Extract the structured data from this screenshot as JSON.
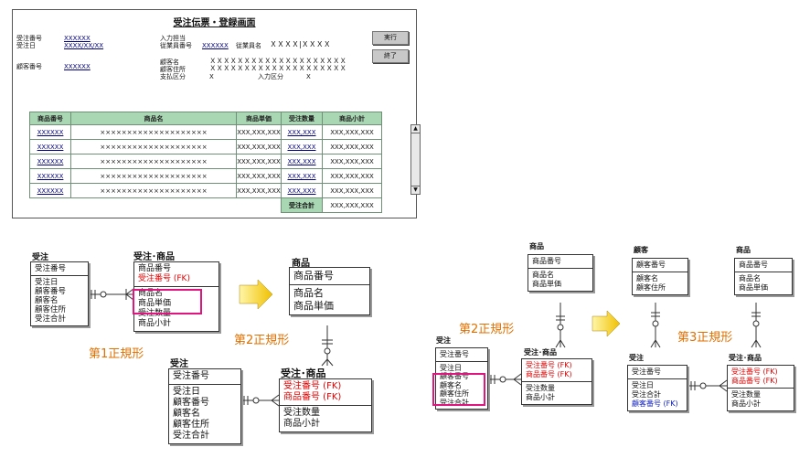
{
  "form": {
    "title": "受注伝票・登録画面",
    "order_no_label": "受注番号",
    "order_no_value": "XXXXXX",
    "order_date_label": "受注日",
    "order_date_value": "XXXX/XX/XX",
    "customer_no_label": "顧客番号",
    "customer_no_value": "XXXXXX",
    "entry_staff_label": "入力担当",
    "employee_no_label": "従業員番号",
    "employee_no_value": "XXXXXX",
    "employee_name_label": "従業員名",
    "employee_name_value": "ＸＸＸＸ|ＸＸＸＸ",
    "customer_name_label": "顧客名",
    "customer_name_value": "ＸＸＸＸＸＸＸＸＸＸＸＸＸＸＸＸＸＸＸＸ",
    "customer_addr_label": "顧客住所",
    "customer_addr_value": "ＸＸＸＸＸＸＸＸＸＸＸＸＸＸＸＸＸＸＸＸ",
    "payment_label": "支払区分",
    "payment_value": "X",
    "entry_type_label": "入力区分",
    "entry_type_value": "X",
    "exec_button": "実行",
    "exit_button": "終了",
    "grid": {
      "headers": [
        "商品番号",
        "商品名",
        "商品単価",
        "受注数量",
        "商品小計"
      ],
      "rows": [
        [
          "XXXXXX",
          "××××××××××××××××××××",
          "XXX,XXX,XXX",
          "XXX,XXX",
          "XXX,XXX,XXX"
        ],
        [
          "XXXXXX",
          "××××××××××××××××××××",
          "XXX,XXX,XXX",
          "XXX,XXX",
          "XXX,XXX,XXX"
        ],
        [
          "XXXXXX",
          "××××××××××××××××××××",
          "XXX,XXX,XXX",
          "XXX,XXX",
          "XXX,XXX,XXX"
        ],
        [
          "XXXXXX",
          "××××××××××××××××××××",
          "XXX,XXX,XXX",
          "XXX,XXX",
          "XXX,XXX,XXX"
        ],
        [
          "XXXXXX",
          "××××××××××××××××××××",
          "XXX,XXX,XXX",
          "XXX,XXX",
          "XXX,XXX,XXX"
        ]
      ],
      "total_label": "受注合計",
      "total_value": "XXX,XXX,XXX"
    }
  },
  "labels": {
    "nf1": "第1正規形",
    "nf2a": "第2正規形",
    "nf2b": "第2正規形",
    "nf3": "第3正規形"
  },
  "fk": "(FK)",
  "entities": {
    "e1_order": {
      "title": "受注",
      "pk": [
        "受注番号"
      ],
      "attrs": [
        "受注日",
        "顧客番号",
        "顧客名",
        "顧客住所",
        "受注合計"
      ]
    },
    "e1_orderitem": {
      "title": "受注･商品",
      "pk": [
        "商品番号",
        "受注番号 (FK)"
      ],
      "attrs": [
        "商品名",
        "商品単価",
        "受注数量",
        "商品小計"
      ]
    },
    "e2_product": {
      "title": "商品",
      "pk": [
        "商品番号"
      ],
      "attrs": [
        "商品名",
        "商品単価"
      ]
    },
    "e2_order": {
      "title": "受注",
      "pk": [
        "受注番号"
      ],
      "attrs": [
        "受注日",
        "顧客番号",
        "顧客名",
        "顧客住所",
        "受注合計"
      ]
    },
    "e2_orderitem": {
      "title": "受注･商品",
      "pk": [
        "受注番号 (FK)",
        "商品番号 (FK)"
      ],
      "attrs": [
        "受注数量",
        "商品小計"
      ]
    },
    "r2_product": {
      "title": "商品",
      "pk": [
        "商品番号"
      ],
      "attrs": [
        "商品名",
        "商品単価"
      ]
    },
    "r2_order": {
      "title": "受注",
      "pk": [
        "受注番号"
      ],
      "attrs": [
        "受注日",
        "顧客番号",
        "顧客名",
        "顧客住所",
        "受注合計"
      ]
    },
    "r2_orderitem": {
      "title": "受注･商品",
      "pk": [
        "受注番号 (FK)",
        "商品番号 (FK)"
      ],
      "attrs": [
        "受注数量",
        "商品小計"
      ]
    },
    "r3_customer": {
      "title": "顧客",
      "pk": [
        "顧客番号"
      ],
      "attrs": [
        "顧客名",
        "顧客住所"
      ]
    },
    "r3_product": {
      "title": "商品",
      "pk": [
        "商品番号"
      ],
      "attrs": [
        "商品名",
        "商品単価"
      ]
    },
    "r3_order": {
      "title": "受注",
      "pk": [
        "受注番号"
      ],
      "attrs": [
        "受注日",
        "受注合計",
        "顧客番号"
      ]
    },
    "r3_orderitem": {
      "title": "受注･商品",
      "pk": [
        "受注番号 (FK)",
        "商品番号 (FK)"
      ],
      "attrs": [
        "受注数量",
        "商品小計"
      ]
    }
  },
  "colors": {
    "header_green": "#a9d6b3",
    "fk_red": "#e00000",
    "fk_blue": "#1020c0",
    "label_orange": "#e07000",
    "highlight": "#e0157f"
  }
}
